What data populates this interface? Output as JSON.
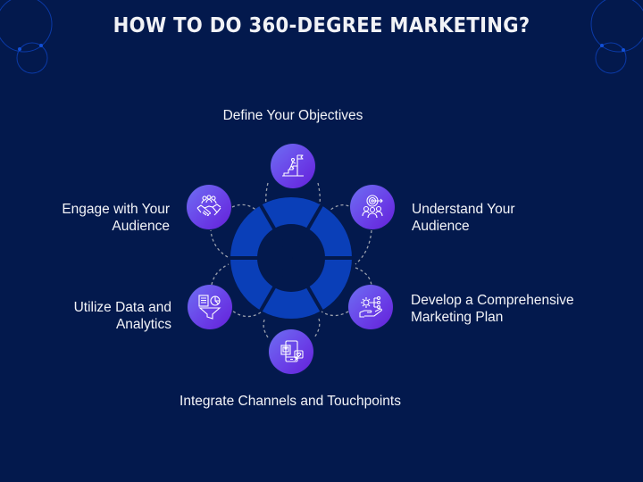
{
  "title": "HOW TO DO 360-DEGREE MARKETING?",
  "colors": {
    "background": "#03194d",
    "ring": "#0a3fb8",
    "ring_hole": "#03194d",
    "node_gradient_start": "#6e6ff2",
    "node_gradient_end": "#6420d8",
    "dashed_connector": "#9aa0ad",
    "deco_circle": "#0b3aa8",
    "text": "#f3f4f8"
  },
  "steps": [
    {
      "label_line1": "Define Your Objectives",
      "label_line2": "",
      "icon": "climbing-stairs-flag-icon",
      "position": "top"
    },
    {
      "label_line1": "Understand Your",
      "label_line2": "Audience",
      "icon": "target-audience-icon",
      "position": "upper-right"
    },
    {
      "label_line1": "Develop a Comprehensive",
      "label_line2": "Marketing Plan",
      "icon": "gear-hand-network-icon",
      "position": "lower-right"
    },
    {
      "label_line1": "Integrate Channels and Touchpoints",
      "label_line2": "",
      "icon": "devices-heart-icon",
      "position": "bottom"
    },
    {
      "label_line1": "Utilize Data and",
      "label_line2": "Analytics",
      "icon": "report-chart-funnel-icon",
      "position": "lower-left"
    },
    {
      "label_line1": "Engage with Your",
      "label_line2": "Audience",
      "icon": "handshake-people-icon",
      "position": "upper-left"
    }
  ]
}
